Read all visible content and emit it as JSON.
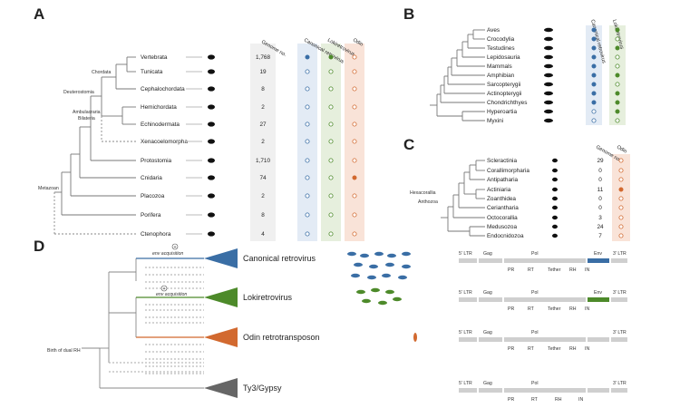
{
  "panels": {
    "A": "A",
    "B": "B",
    "C": "C",
    "D": "D"
  },
  "panel_a": {
    "headers": [
      "Genome no.",
      "Canonical retrovirus",
      "Lokiretrovirus",
      "Odin"
    ],
    "node_labels": [
      "Chordata",
      "Deuterostomia",
      "Ambulacraria",
      "Bilateria",
      "Metazoan"
    ],
    "rows": [
      {
        "taxon": "Vertebrata",
        "genomes": "1,768",
        "canonical": "filled",
        "loki": "filled",
        "odin": "open"
      },
      {
        "taxon": "Tunicata",
        "genomes": "19",
        "canonical": "open",
        "loki": "open",
        "odin": "open"
      },
      {
        "taxon": "Cephalochordata",
        "genomes": "8",
        "canonical": "open",
        "loki": "open",
        "odin": "open"
      },
      {
        "taxon": "Hemichordata",
        "genomes": "2",
        "canonical": "open",
        "loki": "open",
        "odin": "open"
      },
      {
        "taxon": "Echinodermata",
        "genomes": "27",
        "canonical": "open",
        "loki": "open",
        "odin": "open"
      },
      {
        "taxon": "Xenacoelomorpha",
        "genomes": "2",
        "canonical": "open",
        "loki": "open",
        "odin": "open"
      },
      {
        "taxon": "Protostomia",
        "genomes": "1,710",
        "canonical": "open",
        "loki": "open",
        "odin": "open"
      },
      {
        "taxon": "Cnidaria",
        "genomes": "74",
        "canonical": "open",
        "loki": "open",
        "odin": "filled"
      },
      {
        "taxon": "Placozoa",
        "genomes": "2",
        "canonical": "open",
        "loki": "open",
        "odin": "open"
      },
      {
        "taxon": "Porifera",
        "genomes": "8",
        "canonical": "open",
        "loki": "open",
        "odin": "open"
      },
      {
        "taxon": "Ctenophora",
        "genomes": "4",
        "canonical": "open",
        "loki": "open",
        "odin": "open"
      }
    ]
  },
  "panel_b": {
    "headers": [
      "Canonical retrovirus",
      "Lokiretrovirus"
    ],
    "rows": [
      {
        "taxon": "Aves",
        "canonical": "filled",
        "loki": "filled"
      },
      {
        "taxon": "Crocodylia",
        "canonical": "filled",
        "loki": "open"
      },
      {
        "taxon": "Testudines",
        "canonical": "filled",
        "loki": "filled"
      },
      {
        "taxon": "Lepidosauria",
        "canonical": "filled",
        "loki": "open"
      },
      {
        "taxon": "Mammals",
        "canonical": "filled",
        "loki": "open"
      },
      {
        "taxon": "Amphibian",
        "canonical": "filled",
        "loki": "filled"
      },
      {
        "taxon": "Sarcopterygii",
        "canonical": "filled",
        "loki": "open"
      },
      {
        "taxon": "Actinopterygii",
        "canonical": "filled",
        "loki": "filled"
      },
      {
        "taxon": "Chondrichthyes",
        "canonical": "filled",
        "loki": "filled"
      },
      {
        "taxon": "Hyperoartia",
        "canonical": "open",
        "loki": "filled"
      },
      {
        "taxon": "Myxini",
        "canonical": "open",
        "loki": "open"
      }
    ]
  },
  "panel_c": {
    "headers": [
      "Genome no.",
      "Odin"
    ],
    "node_labels": [
      "Hexacorallia",
      "Anthozoa"
    ],
    "rows": [
      {
        "taxon": "Scleractinia",
        "genomes": "29",
        "odin": "open"
      },
      {
        "taxon": "Corallimorpharia",
        "genomes": "0",
        "odin": "open"
      },
      {
        "taxon": "Antipatharia",
        "genomes": "0",
        "odin": "open"
      },
      {
        "taxon": "Actiniaria",
        "genomes": "11",
        "odin": "filled"
      },
      {
        "taxon": "Zoanthidea",
        "genomes": "0",
        "odin": "open"
      },
      {
        "taxon": "Ceriantharia",
        "genomes": "0",
        "odin": "open"
      },
      {
        "taxon": "Octocorallia",
        "genomes": "3",
        "odin": "open"
      },
      {
        "taxon": "Medusozoa",
        "genomes": "24",
        "odin": "open"
      },
      {
        "taxon": "Endocnidozoa",
        "genomes": "7",
        "odin": "open"
      }
    ]
  },
  "panel_d": {
    "birth_label": "Birth of dual RH",
    "env_label": "env acquisition",
    "plus": "+",
    "clades": [
      "Canonical retrovirus",
      "Lokiretrovirus",
      "Odin retrotransposon",
      "Ty3/Gypsy"
    ],
    "genomes": [
      {
        "ltr5": "5' LTR",
        "gag": "Gag",
        "pol": "Pol",
        "env": "Env",
        "ltr3": "3' LTR",
        "domains": [
          "PR",
          "RT",
          "Tether",
          "RH",
          "IN"
        ]
      },
      {
        "ltr5": "5' LTR",
        "gag": "Gag",
        "pol": "Pol",
        "env": "Env",
        "ltr3": "3' LTR",
        "domains": [
          "PR",
          "RT",
          "Tether",
          "RH",
          "IN"
        ]
      },
      {
        "ltr5": "5' LTR",
        "gag": "Gag",
        "pol": "Pol",
        "env": "",
        "ltr3": "3' LTR",
        "domains": [
          "PR",
          "RT",
          "Tether",
          "RH",
          "IN"
        ]
      },
      {
        "ltr5": "5' LTR",
        "gag": "Gag",
        "pol": "Pol",
        "env": "",
        "ltr3": "3' LTR",
        "domains": [
          "PR",
          "RT",
          "RH",
          "IN"
        ]
      }
    ]
  },
  "colors": {
    "canonical": "#3a6ea5",
    "loki": "#4d8a2a",
    "odin": "#d2692f",
    "ty3": "#666666",
    "canonical_bg": "#e3ebf5",
    "loki_bg": "#e6efdd",
    "odin_bg": "#f9e3d8",
    "genome_bg": "#eeeeee"
  }
}
